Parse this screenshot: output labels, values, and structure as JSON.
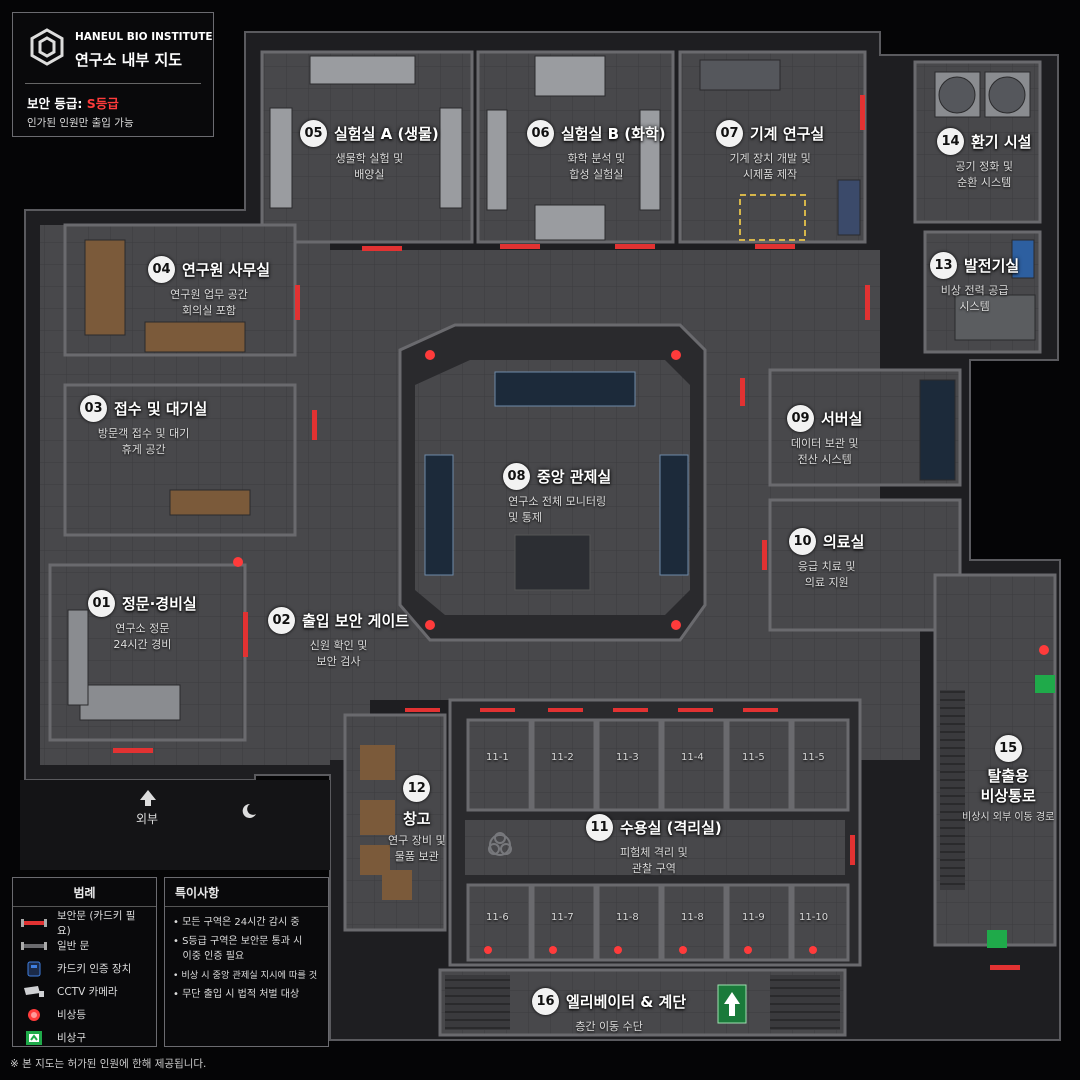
{
  "header": {
    "org": "HANEUL BIO INSTITUTE",
    "title": "연구소 내부 지도",
    "security_prefix": "보안 등급: ",
    "security_level": "S등급",
    "access_note": "인가된 인원만 출입 가능"
  },
  "rooms": [
    {
      "num": "01",
      "name": "정문·경비실",
      "desc1": "연구소 정문",
      "desc2": "24시간 경비"
    },
    {
      "num": "02",
      "name": "출입 보안 게이트",
      "desc1": "신원 확인 및",
      "desc2": "보안 검사"
    },
    {
      "num": "03",
      "name": "접수 및 대기실",
      "desc1": "방문객 접수 및 대기",
      "desc2": "휴게 공간"
    },
    {
      "num": "04",
      "name": "연구원 사무실",
      "desc1": "연구원 업무 공간",
      "desc2": "회의실 포함"
    },
    {
      "num": "05",
      "name": "실험실 A (생물)",
      "desc1": "생물학 실험 및",
      "desc2": "배양실"
    },
    {
      "num": "06",
      "name": "실험실 B (화학)",
      "desc1": "화학 분석 및",
      "desc2": "합성 실험실"
    },
    {
      "num": "07",
      "name": "기계 연구실",
      "desc1": "기계 장치 개발 및",
      "desc2": "시제품 제작"
    },
    {
      "num": "08",
      "name": "중앙 관제실",
      "desc1": "연구소 전체 모니터링",
      "desc2": "및 통제"
    },
    {
      "num": "09",
      "name": "서버실",
      "desc1": "데이터 보관 및",
      "desc2": "전산 시스템"
    },
    {
      "num": "10",
      "name": "의료실",
      "desc1": "응급 치료 및",
      "desc2": "의료 지원"
    },
    {
      "num": "11",
      "name": "수용실 (격리실)",
      "desc1": "피험체 격리 및",
      "desc2": "관찰 구역"
    },
    {
      "num": "12",
      "name": "창고",
      "desc1": "연구 장비 및",
      "desc2": "물품 보관"
    },
    {
      "num": "13",
      "name": "발전기실",
      "desc1": "비상 전력 공급",
      "desc2": "시스템"
    },
    {
      "num": "14",
      "name": "환기 시설",
      "desc1": "공기 정화 및",
      "desc2": "순환 시스템"
    },
    {
      "num": "15",
      "name": "탈출용\n비상통로",
      "desc1": "비상시 외부 이동 경로",
      "desc2": ""
    },
    {
      "num": "16",
      "name": "엘리베이터 & 계단",
      "desc1": "층간 이동 수단",
      "desc2": ""
    }
  ],
  "cells_top": [
    "11-1",
    "11-2",
    "11-3",
    "11-4",
    "11-5",
    "11-5"
  ],
  "cells_bottom": [
    "11-6",
    "11-7",
    "11-8",
    "11-8",
    "11-9",
    "11-10"
  ],
  "outside_label": "외부",
  "legend": {
    "title": "범례",
    "items": [
      {
        "icon": "red-door",
        "label": "보안문 (카드키 필요)"
      },
      {
        "icon": "gray-door",
        "label": "일반 문"
      },
      {
        "icon": "card-reader",
        "label": "카드키 인증 장치"
      },
      {
        "icon": "cctv-camera",
        "label": "CCTV 카메라"
      },
      {
        "icon": "emergency-light",
        "label": "비상등"
      },
      {
        "icon": "exit-sign",
        "label": "비상구"
      }
    ]
  },
  "notes": {
    "title": "특이사항",
    "items": [
      "• 모든 구역은 24시간 감시 중",
      "• S등급 구역은 보안문 통과 시\n   이중 인증 필요",
      "• 비상 시 중앙 관제실 지시에 따를 것",
      "• 무단 출입 시 법적 처벌 대상"
    ]
  },
  "footer_note": "※ 본 지도는 허가된 인원에 한해 제공됩니다.",
  "colors": {
    "accent_red": "#ff3b3b",
    "wall": "#2b2b2e",
    "floor": "#4a4a4d",
    "exit_green": "#1faa4a"
  }
}
